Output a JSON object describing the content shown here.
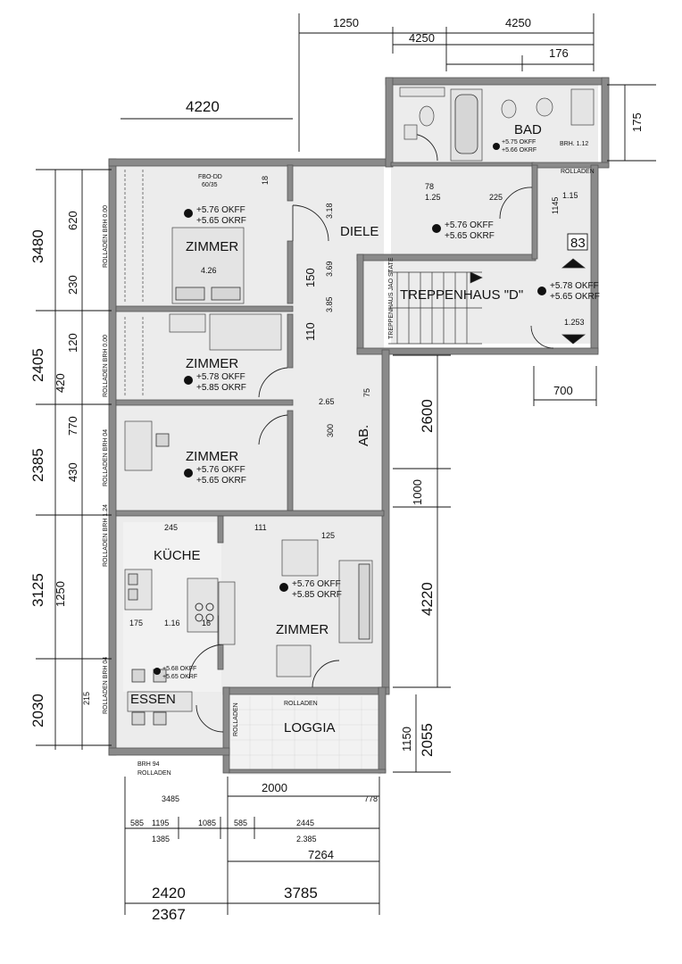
{
  "rooms": {
    "bad": "BAD",
    "diele": "DIELE",
    "zimmer1": "ZIMMER",
    "zimmer2": "ZIMMER",
    "zimmer3": "ZIMMER",
    "zimmer_living": "ZIMMER",
    "kueche": "KÜCHE",
    "essen": "ESSEN",
    "loggia": "LOGGIA",
    "treppenhaus": "TREPPENHAUS \"D\"",
    "ab": "AB.",
    "unit_number": "83"
  },
  "levels": {
    "okff_576": "+5.76 OKFF",
    "okrf_565": "+5.65 OKRF",
    "okff_578": "+5.78 OKFF",
    "okrf_585": "+5.85 OKRF",
    "bad_okff": "+5.75 OKFF",
    "bad_okrf": "+5.66 OKRF",
    "essen_okff": "+5.68 OKFF",
    "essen_okrf": "+5.65 OKRF"
  },
  "labels": {
    "fbo_dd": "FBO-DD",
    "fbo_size": "60/35",
    "brh_112": "BRH. 1.12",
    "rolladen_top": "ROLLADEN",
    "rolladen_loggia": "ROLLADEN",
    "rolladen_loggia_side": "ROLLADEN",
    "brh_94": "BRH 94",
    "rolladen_bottom": "ROLLADEN",
    "rolladen_brh_000_a": "ROLLADEN BRH 0.00",
    "rolladen_brh_000_b": "ROLLADEN BRH 0.00",
    "rolladen_brh_04_a": "ROLLADEN BRH 04",
    "rolladen_brh_124": "ROLLADEN BRH 1.24",
    "rolladen_brh_04_b": "ROLLADEN BRH 04",
    "treppenhaus_side": "TREPPENHAUS JAO STATE"
  },
  "dimensions": {
    "top_1250": "1250",
    "top_4250_a": "4250",
    "top_4250_b": "4250",
    "top_176": "176",
    "top_4220": "4220",
    "right_175": "175",
    "left_3480": "3480",
    "left_620": "620",
    "left_230": "230",
    "left_2405": "2405",
    "left_120": "120",
    "left_420": "420",
    "left_2385": "2385",
    "left_770": "770",
    "left_430": "430",
    "left_3125": "3125",
    "left_1250": "1250",
    "left_2030": "2030",
    "left_215": "215",
    "right_700": "700",
    "right_2600": "2600",
    "right_1000": "1000",
    "right_4220": "4220",
    "right_1150": "1150",
    "right_2055": "2055",
    "bottom_2000": "2000",
    "bottom_3485": "3485",
    "bottom_778": "778",
    "bottom_585_a": "585",
    "bottom_1195": "1195",
    "bottom_1085": "1085",
    "bottom_585_b": "585",
    "bottom_2445": "2445",
    "bottom_1385": "1385",
    "bottom_2385": "2.385",
    "bottom_7264": "7264",
    "bottom_2420": "2420",
    "bottom_2367": "2367",
    "bottom_3785": "3785",
    "in_150": "150",
    "in_110": "110",
    "in_75": "75",
    "in_245": "245",
    "in_111": "111",
    "in_175": "175",
    "in_116": "1.16",
    "in_16": "16",
    "in_426": "4.26",
    "in_265": "2.65",
    "in_300": "300",
    "in_125": "125",
    "in_225": "225",
    "in_78": "78",
    "in_125b": "1.25",
    "in_18": "18",
    "in_318": "3.18",
    "in_369": "3.69",
    "in_385": "3.85",
    "in_1253": "1.253",
    "in_115": "1.15",
    "in_1145": "1145"
  }
}
